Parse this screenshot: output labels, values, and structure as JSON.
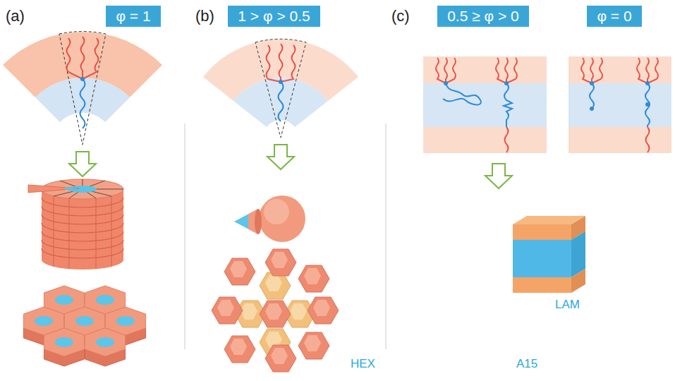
{
  "diagram": {
    "nodes": [
      {
        "text": [
          "φ = 1"
        ]
      },
      {
        "text": [
          "1 > φ > 0.5"
        ]
      },
      {
        "text": [
          "0.5 ≥ φ > 0"
        ]
      },
      {
        "text": [
          "φ = 0"
        ]
      }
    ],
    "labels": [
      "(a)",
      "(b)",
      "(c)",
      "HEX",
      "A15",
      "LAM"
    ]
  }
}
